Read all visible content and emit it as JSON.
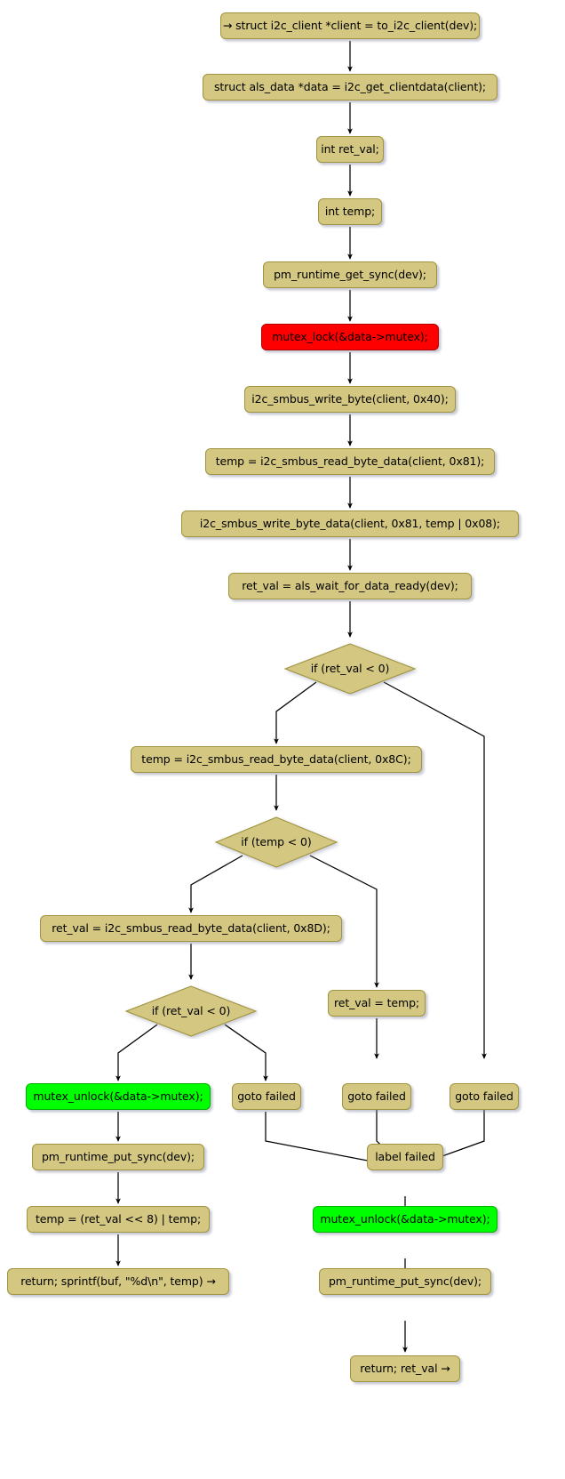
{
  "diagram": {
    "kind": "activity-flowchart",
    "title": "",
    "colors": {
      "node_fill": "#D3C781",
      "node_border": "#A09440",
      "highlight_lock": "#FF0000",
      "highlight_unlock": "#00FF00",
      "edge": "#000000",
      "background": "#FFFFFF"
    },
    "nodes": [
      {
        "id": "n1",
        "shape": "rect",
        "style": "normal",
        "label": "→ struct i2c_client *client = to_i2c_client(dev);"
      },
      {
        "id": "n2",
        "shape": "rect",
        "style": "normal",
        "label": "struct als_data *data = i2c_get_clientdata(client);"
      },
      {
        "id": "n3",
        "shape": "rect",
        "style": "normal",
        "label": "int ret_val;"
      },
      {
        "id": "n4",
        "shape": "rect",
        "style": "normal",
        "label": "int temp;"
      },
      {
        "id": "n5",
        "shape": "rect",
        "style": "normal",
        "label": "pm_runtime_get_sync(dev);"
      },
      {
        "id": "n6",
        "shape": "rect",
        "style": "lock",
        "label": "mutex_lock(&data->mutex);"
      },
      {
        "id": "n7",
        "shape": "rect",
        "style": "normal",
        "label": "i2c_smbus_write_byte(client, 0x40);"
      },
      {
        "id": "n8",
        "shape": "rect",
        "style": "normal",
        "label": "temp = i2c_smbus_read_byte_data(client, 0x81);"
      },
      {
        "id": "n9",
        "shape": "rect",
        "style": "normal",
        "label": "i2c_smbus_write_byte_data(client, 0x81, temp | 0x08);"
      },
      {
        "id": "n10",
        "shape": "rect",
        "style": "normal",
        "label": "ret_val = als_wait_for_data_ready(dev);"
      },
      {
        "id": "d1",
        "shape": "diamond",
        "style": "normal",
        "label": "if (ret_val < 0)"
      },
      {
        "id": "n11",
        "shape": "rect",
        "style": "normal",
        "label": "temp = i2c_smbus_read_byte_data(client, 0x8C);"
      },
      {
        "id": "d2",
        "shape": "diamond",
        "style": "normal",
        "label": "if (temp < 0)"
      },
      {
        "id": "n12",
        "shape": "rect",
        "style": "normal",
        "label": "ret_val = i2c_smbus_read_byte_data(client, 0x8D);"
      },
      {
        "id": "d3",
        "shape": "diamond",
        "style": "normal",
        "label": "if (ret_val < 0)"
      },
      {
        "id": "n13",
        "shape": "rect",
        "style": "normal",
        "label": "ret_val = temp;"
      },
      {
        "id": "n14",
        "shape": "rect",
        "style": "unlock",
        "label": "mutex_unlock(&data->mutex);"
      },
      {
        "id": "g1",
        "shape": "rect",
        "style": "normal",
        "label": "goto failed"
      },
      {
        "id": "g2",
        "shape": "rect",
        "style": "normal",
        "label": "goto failed"
      },
      {
        "id": "g3",
        "shape": "rect",
        "style": "normal",
        "label": "goto failed"
      },
      {
        "id": "n15",
        "shape": "rect",
        "style": "normal",
        "label": "pm_runtime_put_sync(dev);"
      },
      {
        "id": "n16",
        "shape": "rect",
        "style": "normal",
        "label": "label failed"
      },
      {
        "id": "n17",
        "shape": "rect",
        "style": "normal",
        "label": "temp = (ret_val << 8) | temp;"
      },
      {
        "id": "n18",
        "shape": "rect",
        "style": "unlock",
        "label": "mutex_unlock(&data->mutex);"
      },
      {
        "id": "n19",
        "shape": "rect",
        "style": "normal",
        "label": "return; sprintf(buf, \"%d\\n\", temp) →"
      },
      {
        "id": "n20",
        "shape": "rect",
        "style": "normal",
        "label": "pm_runtime_put_sync(dev);"
      },
      {
        "id": "n21",
        "shape": "rect",
        "style": "normal",
        "label": "return; ret_val →"
      }
    ],
    "edges": [
      {
        "from": "n1",
        "to": "n2"
      },
      {
        "from": "n2",
        "to": "n3"
      },
      {
        "from": "n3",
        "to": "n4"
      },
      {
        "from": "n4",
        "to": "n5"
      },
      {
        "from": "n5",
        "to": "n6"
      },
      {
        "from": "n6",
        "to": "n7"
      },
      {
        "from": "n7",
        "to": "n8"
      },
      {
        "from": "n8",
        "to": "n9"
      },
      {
        "from": "n9",
        "to": "n10"
      },
      {
        "from": "n10",
        "to": "d1"
      },
      {
        "from": "d1",
        "to": "n11"
      },
      {
        "from": "d1",
        "to": "g3"
      },
      {
        "from": "n11",
        "to": "d2"
      },
      {
        "from": "d2",
        "to": "n12"
      },
      {
        "from": "d2",
        "to": "n13"
      },
      {
        "from": "n12",
        "to": "d3"
      },
      {
        "from": "d3",
        "to": "n14"
      },
      {
        "from": "d3",
        "to": "g1"
      },
      {
        "from": "n13",
        "to": "g2"
      },
      {
        "from": "n14",
        "to": "n15"
      },
      {
        "from": "g1",
        "to": "n16"
      },
      {
        "from": "g2",
        "to": "n16"
      },
      {
        "from": "g3",
        "to": "n16"
      },
      {
        "from": "n15",
        "to": "n17"
      },
      {
        "from": "n17",
        "to": "n19"
      },
      {
        "from": "n16",
        "to": "n18"
      },
      {
        "from": "n18",
        "to": "n20"
      },
      {
        "from": "n20",
        "to": "n21"
      }
    ]
  }
}
